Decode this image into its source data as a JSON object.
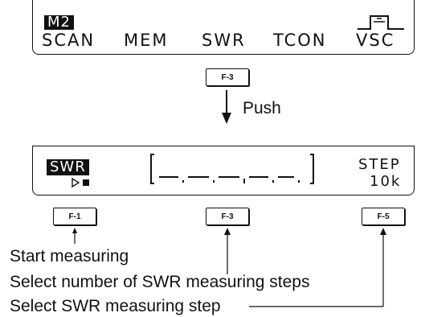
{
  "top_display": {
    "memory_badge": "M2",
    "menu": [
      "SCAN",
      "MEM",
      "SWR",
      "TCON",
      "VSC"
    ]
  },
  "push_key": "F-3",
  "push_label": "Push",
  "swr_display": {
    "badge": "SWR",
    "step_label": "STEP",
    "step_value": "10k"
  },
  "keys": [
    "F-1",
    "F-3",
    "F-5"
  ],
  "descriptions": [
    "Start measuring",
    "Select number of SWR measuring steps",
    "Select SWR measuring step"
  ]
}
